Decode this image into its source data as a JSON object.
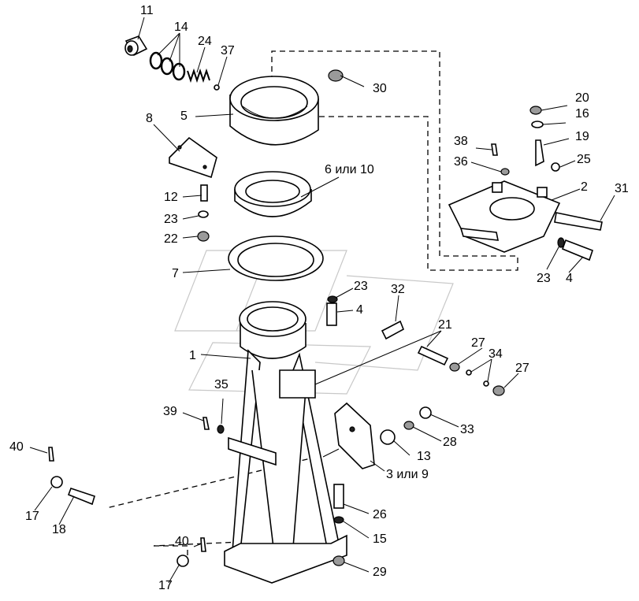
{
  "labels": {
    "l1": "1",
    "l2": "2",
    "l3_9": "3 или 9",
    "l4a": "4",
    "l4b": "4",
    "l5": "5",
    "l6_10": "6 или 10",
    "l7": "7",
    "l8": "8",
    "l11": "11",
    "l12": "12",
    "l13": "13",
    "l14": "14",
    "l15": "15",
    "l16": "16",
    "l17a": "17",
    "l17b": "17",
    "l18": "18",
    "l19": "19",
    "l20": "20",
    "l21": "21",
    "l22": "22",
    "l23a": "23",
    "l23b": "23",
    "l23c": "23",
    "l24": "24",
    "l25": "25",
    "l26": "26",
    "l27a": "27",
    "l27b": "27",
    "l28": "28",
    "l29": "29",
    "l30": "30",
    "l31": "31",
    "l32": "32",
    "l33": "33",
    "l34": "34",
    "l35": "35",
    "l36": "36",
    "l37": "37",
    "l38": "38",
    "l39": "39",
    "l40a": "40",
    "l40b": "40"
  }
}
